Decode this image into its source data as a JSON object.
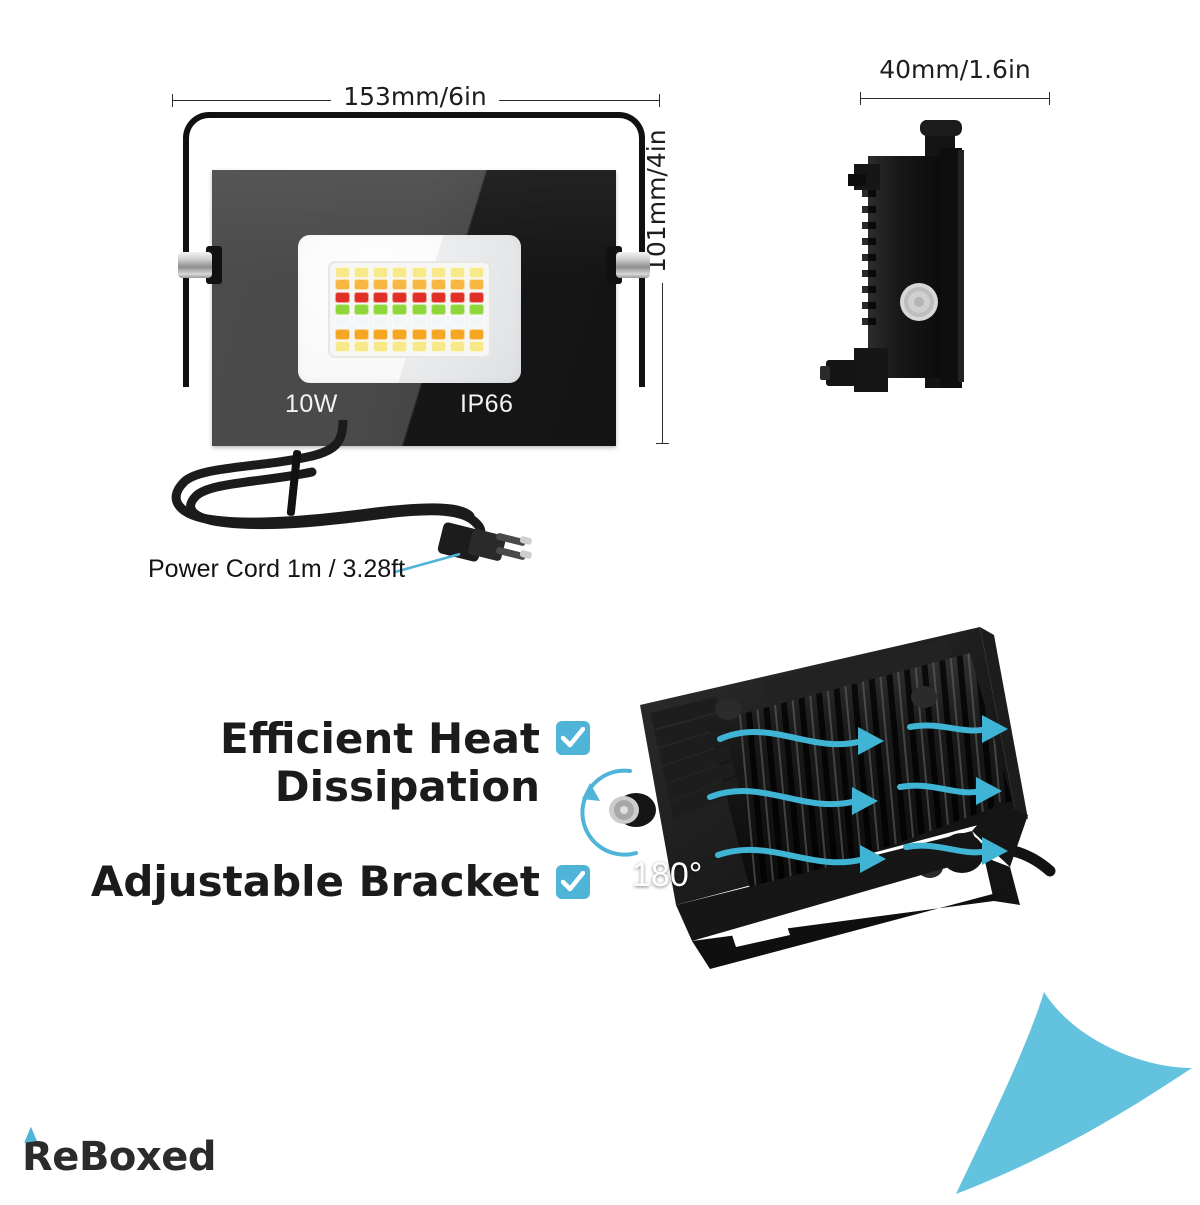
{
  "product": {
    "type": "LED Flood Light",
    "front_view": {
      "width_dimension": "153mm/6in",
      "height_dimension": "101mm/4in",
      "wattage_label": "10W",
      "ingress_protection_label": "IP66",
      "led_grid": {
        "rows": 7,
        "columns": 8,
        "row_colors": [
          "#f7e98a",
          "#f6b842",
          "#e02f27",
          "#8ed63a",
          "#f2f6f8",
          "#f5a623",
          "#f7e98a"
        ]
      }
    },
    "side_view": {
      "depth_dimension": "40mm/1.6in"
    },
    "power_cord": {
      "label": "Power Cord 1m / 3.28ft"
    },
    "back_view": {
      "rotation_label": "180°",
      "airflow_arrow_count": 3
    }
  },
  "features": [
    {
      "label_line1": "Efficient Heat",
      "label_line2": "Dissipation",
      "checked": true
    },
    {
      "label_line1": "Adjustable Bracket",
      "label_line2": "",
      "checked": true
    }
  ],
  "branding": {
    "logo_prefix": "Re",
    "logo_suffix": "Boxed"
  },
  "colors": {
    "accent_cyan": "#4fb4d8",
    "ribbon_cyan": "#63c2de",
    "body_dark": "#141414",
    "body_light": "#4b4b4b",
    "text_dark": "#1b1b1b",
    "background": "#ffffff"
  }
}
